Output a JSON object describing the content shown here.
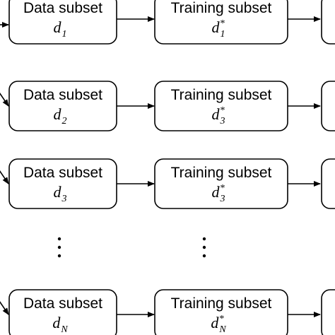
{
  "rows": [
    {
      "data_box": {
        "title": "Data subset",
        "var": "d",
        "sub": "1"
      },
      "training_box": {
        "title": "Training subset",
        "var": "d",
        "sub": "1",
        "sup": "*"
      }
    },
    {
      "data_box": {
        "title": "Data subset",
        "var": "d",
        "sub": "2"
      },
      "training_box": {
        "title": "Training subset",
        "var": "d",
        "sub": "3",
        "sup": "*"
      }
    },
    {
      "data_box": {
        "title": "Data subset",
        "var": "d",
        "sub": "3"
      },
      "training_box": {
        "title": "Training subset",
        "var": "d",
        "sub": "3",
        "sup": "*"
      }
    },
    {
      "data_box": {
        "title": "Data subset",
        "var": "d",
        "sub": "N"
      },
      "training_box": {
        "title": "Training subset",
        "var": "d",
        "sub": "N",
        "sup": "*"
      }
    }
  ],
  "ellipsis": "⋮"
}
